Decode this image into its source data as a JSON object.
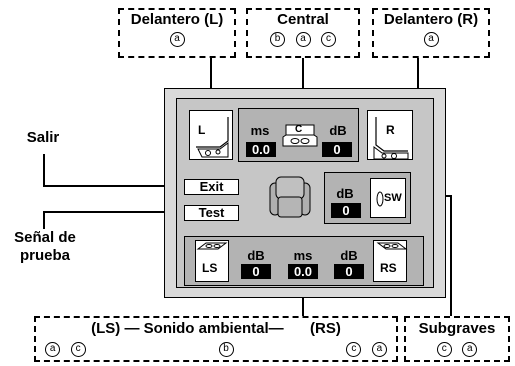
{
  "callouts": {
    "front_left": {
      "title": "Delantero (L)",
      "marks": [
        "a"
      ]
    },
    "center": {
      "title": "Central",
      "marks": [
        "b",
        "a",
        "c"
      ]
    },
    "front_right": {
      "title": "Delantero (R)",
      "marks": [
        "a"
      ]
    },
    "surround": {
      "left": "(LS)",
      "title": "— Sonido ambiental—",
      "right": "(RS)",
      "marks_left": [
        "a",
        "c"
      ],
      "marks_mid": [
        "b"
      ],
      "marks_right": [
        "c",
        "a"
      ]
    },
    "subwoofer": {
      "title": "Subgraves",
      "marks": [
        "c",
        "a"
      ]
    }
  },
  "side_labels": {
    "exit": "Salir",
    "test_line1": "Señal de",
    "test_line2": "prueba"
  },
  "panel": {
    "speakers": {
      "L": "L",
      "R": "R",
      "C": "C",
      "SW": "SW",
      "LS": "LS",
      "RS": "RS"
    },
    "center": {
      "ms_unit": "ms",
      "ms_value": "0.0",
      "db_unit": "dB",
      "db_value": "0"
    },
    "subwoofer": {
      "db_unit": "dB",
      "db_value": "0"
    },
    "surround": {
      "ls_db_unit": "dB",
      "ls_db_value": "0",
      "ms_unit": "ms",
      "ms_value": "0.0",
      "rs_db_unit": "dB",
      "rs_db_value": "0"
    },
    "buttons": {
      "exit": "Exit",
      "test": "Test"
    }
  }
}
